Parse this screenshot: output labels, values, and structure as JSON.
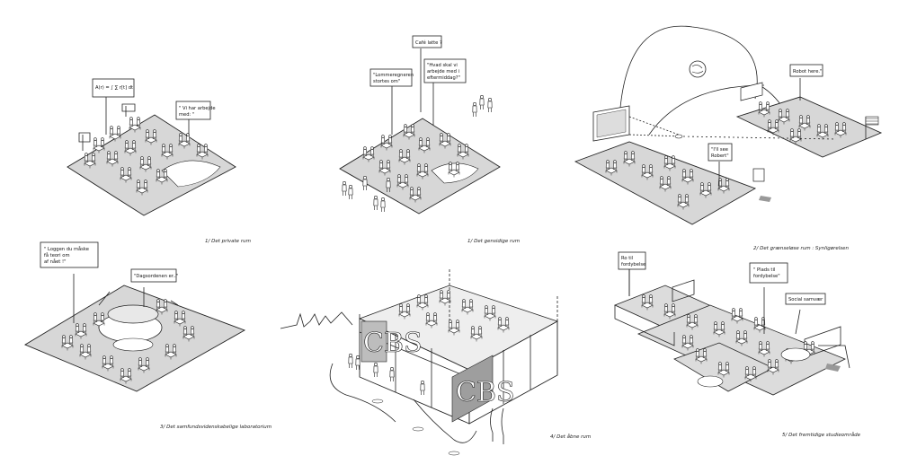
{
  "panels": [
    {
      "caption": "1/ Det private rum",
      "bubbles": [
        {
          "lines": [
            "A(r) = ∫ ∑ r[t] dt"
          ]
        },
        {
          "lines": [
            "\" Vi har arbejde",
            "med: \""
          ]
        }
      ]
    },
    {
      "caption": "1/ Det gensidige rum",
      "bubbles": [
        {
          "lines": [
            "Café latte ?"
          ]
        },
        {
          "lines": [
            "\"Lommeregneren",
            "stortes om\""
          ]
        },
        {
          "lines": [
            "\"Hvad skal vi",
            "arbejde med i",
            "eftermiddag?\""
          ]
        }
      ]
    },
    {
      "caption": "2/ Det grænseløse rum : Synligørelsen",
      "bubbles": [
        {
          "lines": [
            "Robot here.\""
          ]
        },
        {
          "lines": [
            "\"I'll see",
            "Robert\""
          ]
        }
      ]
    },
    {
      "caption": "3/ Det samfundsvidenskabelige laboratorium",
      "bubbles": [
        {
          "lines": [
            "\" Loggen du måske",
            "få teori om",
            "af nået !\""
          ]
        },
        {
          "lines": [
            "\"Dagsordenen er..\""
          ]
        }
      ]
    },
    {
      "caption": "4/ Det åbne rum",
      "bubbles": [],
      "signs": [
        "CBS",
        "CBS"
      ]
    },
    {
      "caption": "5/ Det fremtidige studieområde",
      "bubbles": [
        {
          "lines": [
            "Ro til",
            "fordybelse"
          ]
        },
        {
          "lines": [
            "\" Plads til",
            "fordybelse\""
          ]
        },
        {
          "lines": [
            "Social samvær"
          ]
        }
      ]
    }
  ]
}
